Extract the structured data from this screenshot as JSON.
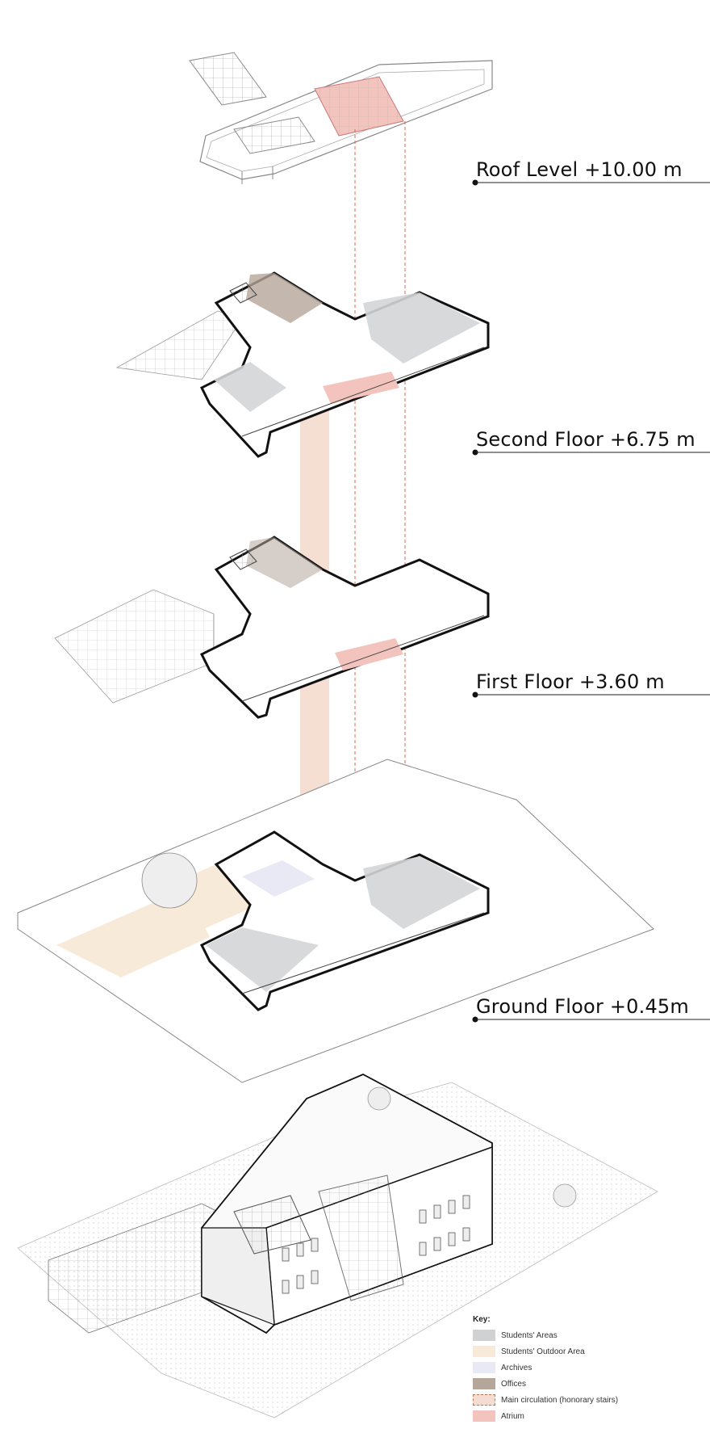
{
  "levels": [
    {
      "label": "Roof Level +10.00 m"
    },
    {
      "label": "Second Floor +6.75 m"
    },
    {
      "label": "First Floor +3.60 m"
    },
    {
      "label": "Ground Floor +0.45m"
    }
  ],
  "key": {
    "title": "Key:",
    "items": [
      {
        "label": "Students' Areas",
        "color": "#cfd1d2"
      },
      {
        "label": "Students' Outdoor  Area",
        "color": "#f8ead8"
      },
      {
        "label": "Archives",
        "color": "#e8e9f4"
      },
      {
        "label": "Offices",
        "color": "#b5a69a"
      },
      {
        "label": "Main circulation (honorary stairs)",
        "color": "#f5dcd0"
      },
      {
        "label": "Atrium",
        "color": "#f3c4bd"
      }
    ]
  },
  "colors": {
    "line": "#1a1a1a",
    "thin_line": "#8a8a8a",
    "atrium": "#f3c4bd",
    "circulation": "#ecc3ad",
    "dashed": "#d96a4a"
  }
}
